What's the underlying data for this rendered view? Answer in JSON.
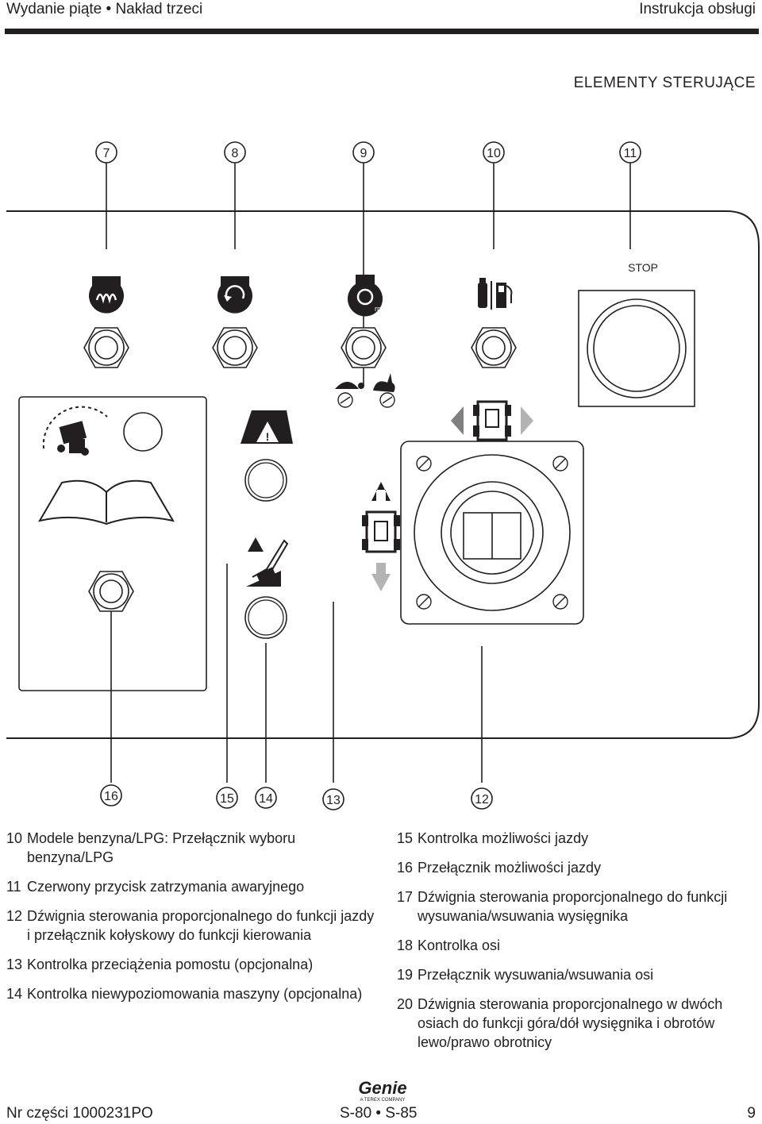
{
  "header": {
    "left": "Wydanie piąte • Nakład trzeci",
    "right": "Instrukcja obsługi"
  },
  "section_title": "ELEMENTY STERUJĄCE",
  "diagram": {
    "callouts_top": [
      "7",
      "8",
      "9",
      "10",
      "11"
    ],
    "callouts_bottom": [
      "16",
      "15",
      "14",
      "13",
      "12"
    ],
    "stop_label": "STOP"
  },
  "legend_left": [
    {
      "num": "10",
      "text": "Modele benzyna/LPG: Przełącznik wyboru benzyna/LPG"
    },
    {
      "num": "11",
      "text": "Czerwony przycisk zatrzymania awaryjnego"
    },
    {
      "num": "12",
      "text": "Dźwignia sterowania proporcjonalnego do funkcji jazdy i przełącznik kołyskowy do funkcji kierowania"
    },
    {
      "num": "13",
      "text": "Kontrolka przeciążenia pomostu (opcjonalna)"
    },
    {
      "num": "14",
      "text": "Kontrolka niewypoziomowania maszyny (opcjonalna)"
    }
  ],
  "legend_right": [
    {
      "num": "15",
      "text": "Kontrolka możliwości jazdy"
    },
    {
      "num": "16",
      "text": "Przełącznik możliwości jazdy"
    },
    {
      "num": "17",
      "text": "Dźwignia sterowania proporcjonalnego do funkcji wysuwania/wsuwania wysięgnika"
    },
    {
      "num": "18",
      "text": "Kontrolka osi"
    },
    {
      "num": "19",
      "text": "Przełącznik wysuwania/wsuwania osi"
    },
    {
      "num": "20",
      "text": "Dźwignia sterowania proporcjonalnego w dwóch osiach do funkcji góra/dół wysięgnika i obrotów lewo/prawo obrotnicy"
    }
  ],
  "footer": {
    "left": "Nr części 1000231PO",
    "center": "S-80 • S-85",
    "right": "9",
    "logo_text": "Genie",
    "logo_subtext": "A TEREX COMPANY"
  }
}
